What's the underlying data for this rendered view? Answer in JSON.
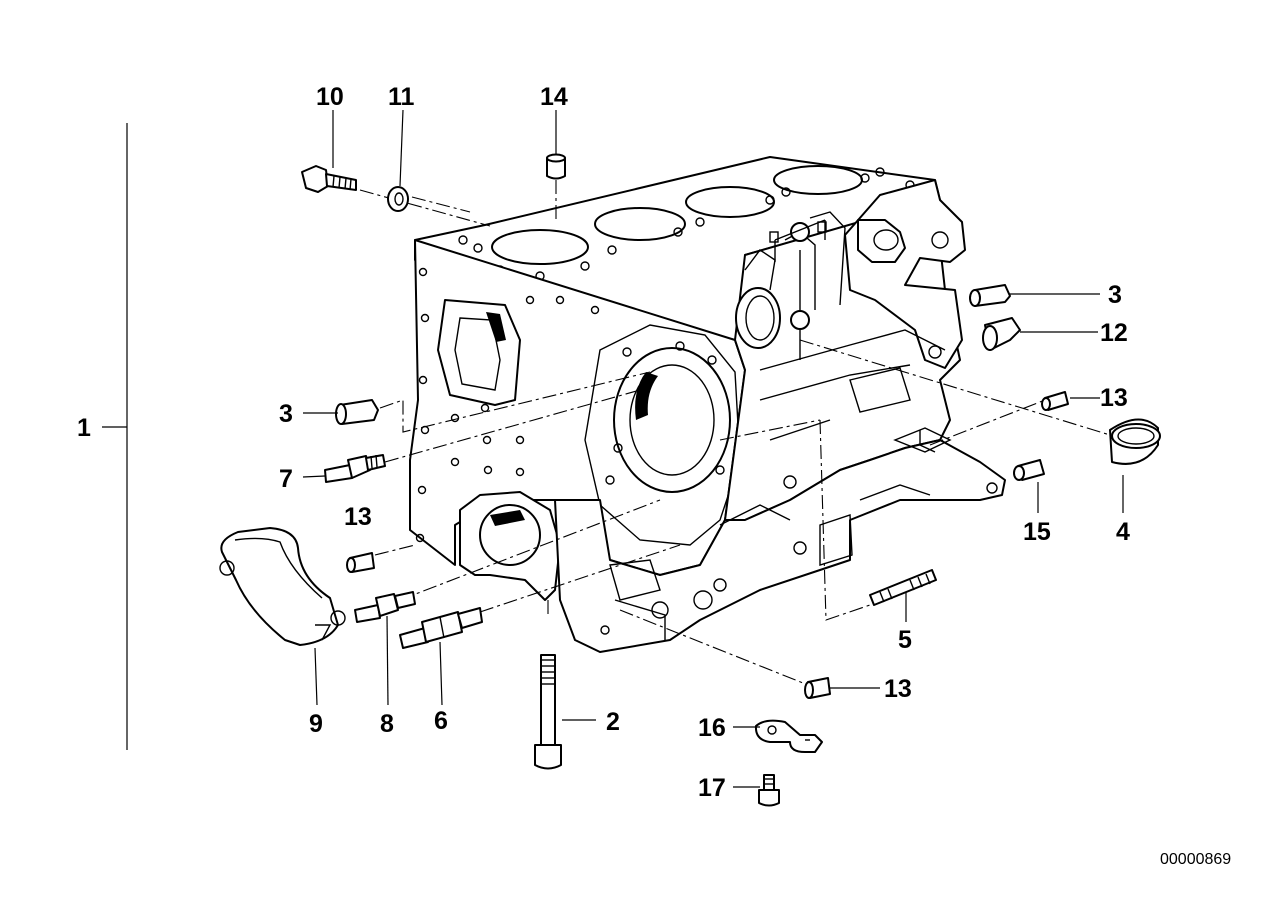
{
  "diagram": {
    "doc_id": "00000869",
    "callouts": {
      "c1": "1",
      "c2": "2",
      "c3a": "3",
      "c3b": "3",
      "c4": "4",
      "c5": "5",
      "c6": "6",
      "c7": "7",
      "c8": "8",
      "c9": "9",
      "c10": "10",
      "c11": "11",
      "c12": "12",
      "c13a": "13",
      "c13b": "13",
      "c13c": "13",
      "c14": "14",
      "c15": "15",
      "c16": "16",
      "c17": "17"
    }
  }
}
